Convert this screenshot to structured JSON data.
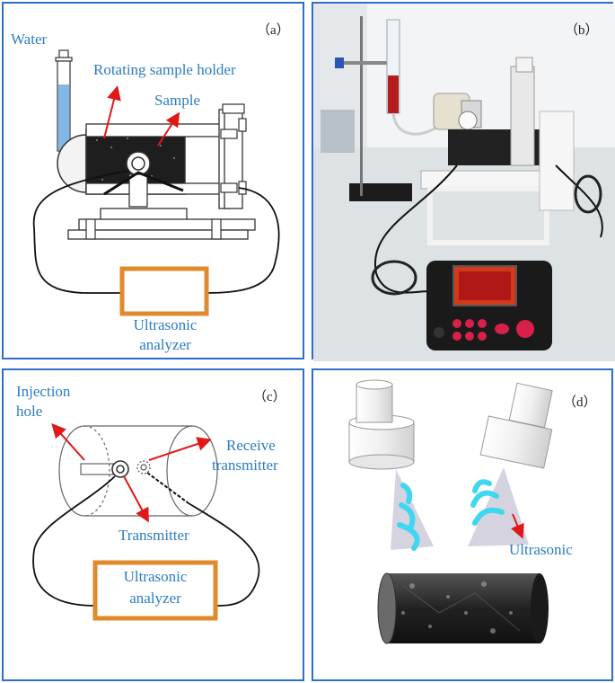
{
  "panel_a": {
    "tag": "（a）",
    "water": "Water",
    "holder": "Rotating sample holder",
    "sample": "Sample",
    "analyzer_1": "Ultrasonic",
    "analyzer_2": "analyzer"
  },
  "panel_b": {
    "tag": "（b）"
  },
  "panel_c": {
    "tag": "（c）",
    "injection_1": "Injection",
    "injection_2": "hole",
    "receive_1": "Receive",
    "receive_2": "transmitter",
    "transmitter": "Transmitter",
    "analyzer_1": "Ultrasonic",
    "analyzer_2": "analyzer"
  },
  "panel_d": {
    "tag": "（d）",
    "ultrasonic": "Ultrasonic"
  },
  "colors": {
    "border": "#2e6fc7",
    "label": "#2a7dc2",
    "arrow": "#e01818",
    "box": "#e08a2c",
    "wave": "#3fd6f0"
  }
}
